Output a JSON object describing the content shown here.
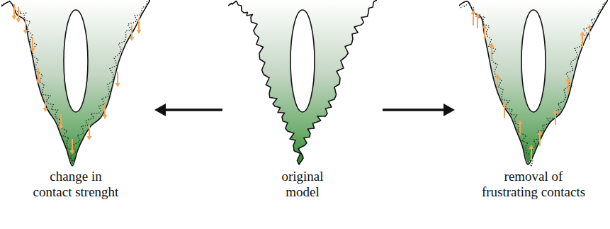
{
  "diagram": {
    "nodes": [
      {
        "text": [
          "change in contact strenght"
        ]
      },
      {
        "text": [
          "original model"
        ]
      },
      {
        "text": [
          "removal of frustrating contacts"
        ]
      }
    ],
    "edges": [
      {
        "from": 1,
        "to": 0,
        "arrow": "to"
      },
      {
        "from": 1,
        "to": 2,
        "arrow": "to"
      }
    ]
  }
}
